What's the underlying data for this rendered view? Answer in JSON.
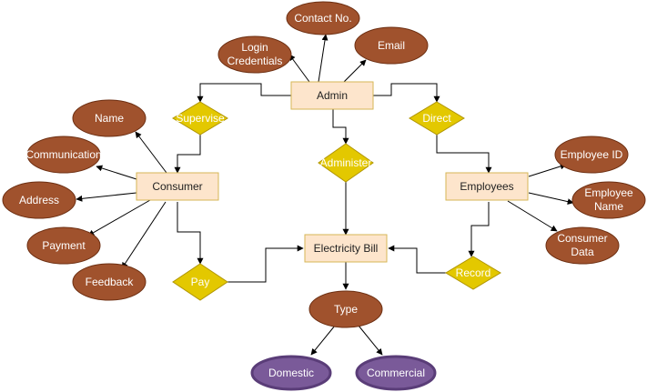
{
  "entities": {
    "admin": "Admin",
    "consumer": "Consumer",
    "employees": "Employees",
    "electricity_bill": "Electricity Bill"
  },
  "relationships": {
    "supervise": "Supervise",
    "direct": "Direct",
    "administer": "Administer",
    "pay": "Pay",
    "record": "Record"
  },
  "attributes": {
    "contact_no": "Contact No.",
    "login_line1": "Login",
    "login_line2": "Credentials",
    "email": "Email",
    "name": "Name",
    "communication": "Communication",
    "address": "Address",
    "payment": "Payment",
    "feedback": "Feedback",
    "employee_id": "Employee ID",
    "employee_name_line1": "Employee",
    "employee_name_line2": "Name",
    "consumer_data_line1": "Consumer",
    "consumer_data_line2": "Data",
    "type": "Type"
  },
  "subtypes": {
    "domestic": "Domestic",
    "commercial": "Commercial"
  },
  "colors": {
    "entity_fill": "#fde5cc",
    "attribute_fill": "#a0522d",
    "relationship_fill": "#e3c800",
    "subtype_fill": "#7a5a99"
  }
}
